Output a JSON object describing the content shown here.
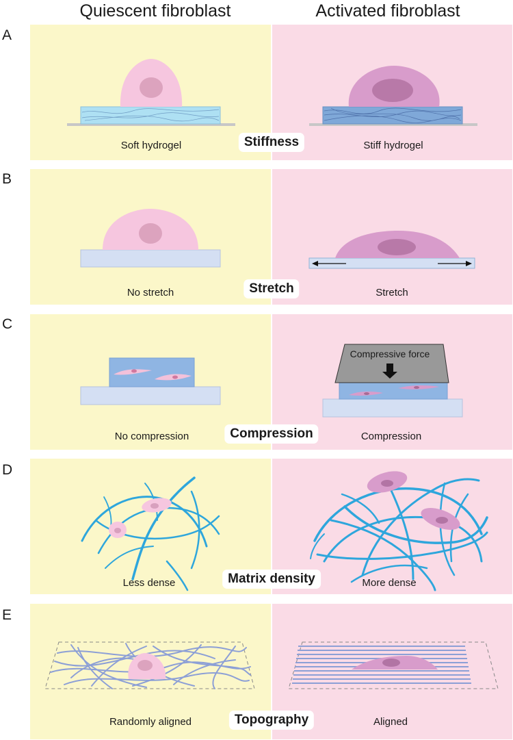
{
  "headers": {
    "left": "Quiescent fibroblast",
    "right": "Activated fibroblast"
  },
  "panels": [
    {
      "letter": "A",
      "center": "Stiffness",
      "left": "Soft hydrogel",
      "right": "Stiff hydrogel"
    },
    {
      "letter": "B",
      "center": "Stretch",
      "left": "No stretch",
      "right": "Stretch"
    },
    {
      "letter": "C",
      "center": "Compression",
      "left": "No compression",
      "right": "Compression",
      "force_label": "Compressive force"
    },
    {
      "letter": "D",
      "center": "Matrix density",
      "left": "Less dense",
      "right": "More dense"
    },
    {
      "letter": "E",
      "center": "Topography",
      "left": "Randomly aligned",
      "right": "Aligned"
    }
  ],
  "colors": {
    "quiescent_bg": "#fbf7c9",
    "activated_bg": "#fadbe6",
    "quiescent_cell": "#f6c6df",
    "activated_cell": "#d89ccb",
    "fiber": "#2ea6dc",
    "hydrogel_soft": "#aee0f3",
    "hydrogel_stiff": "#7fa8d8"
  }
}
